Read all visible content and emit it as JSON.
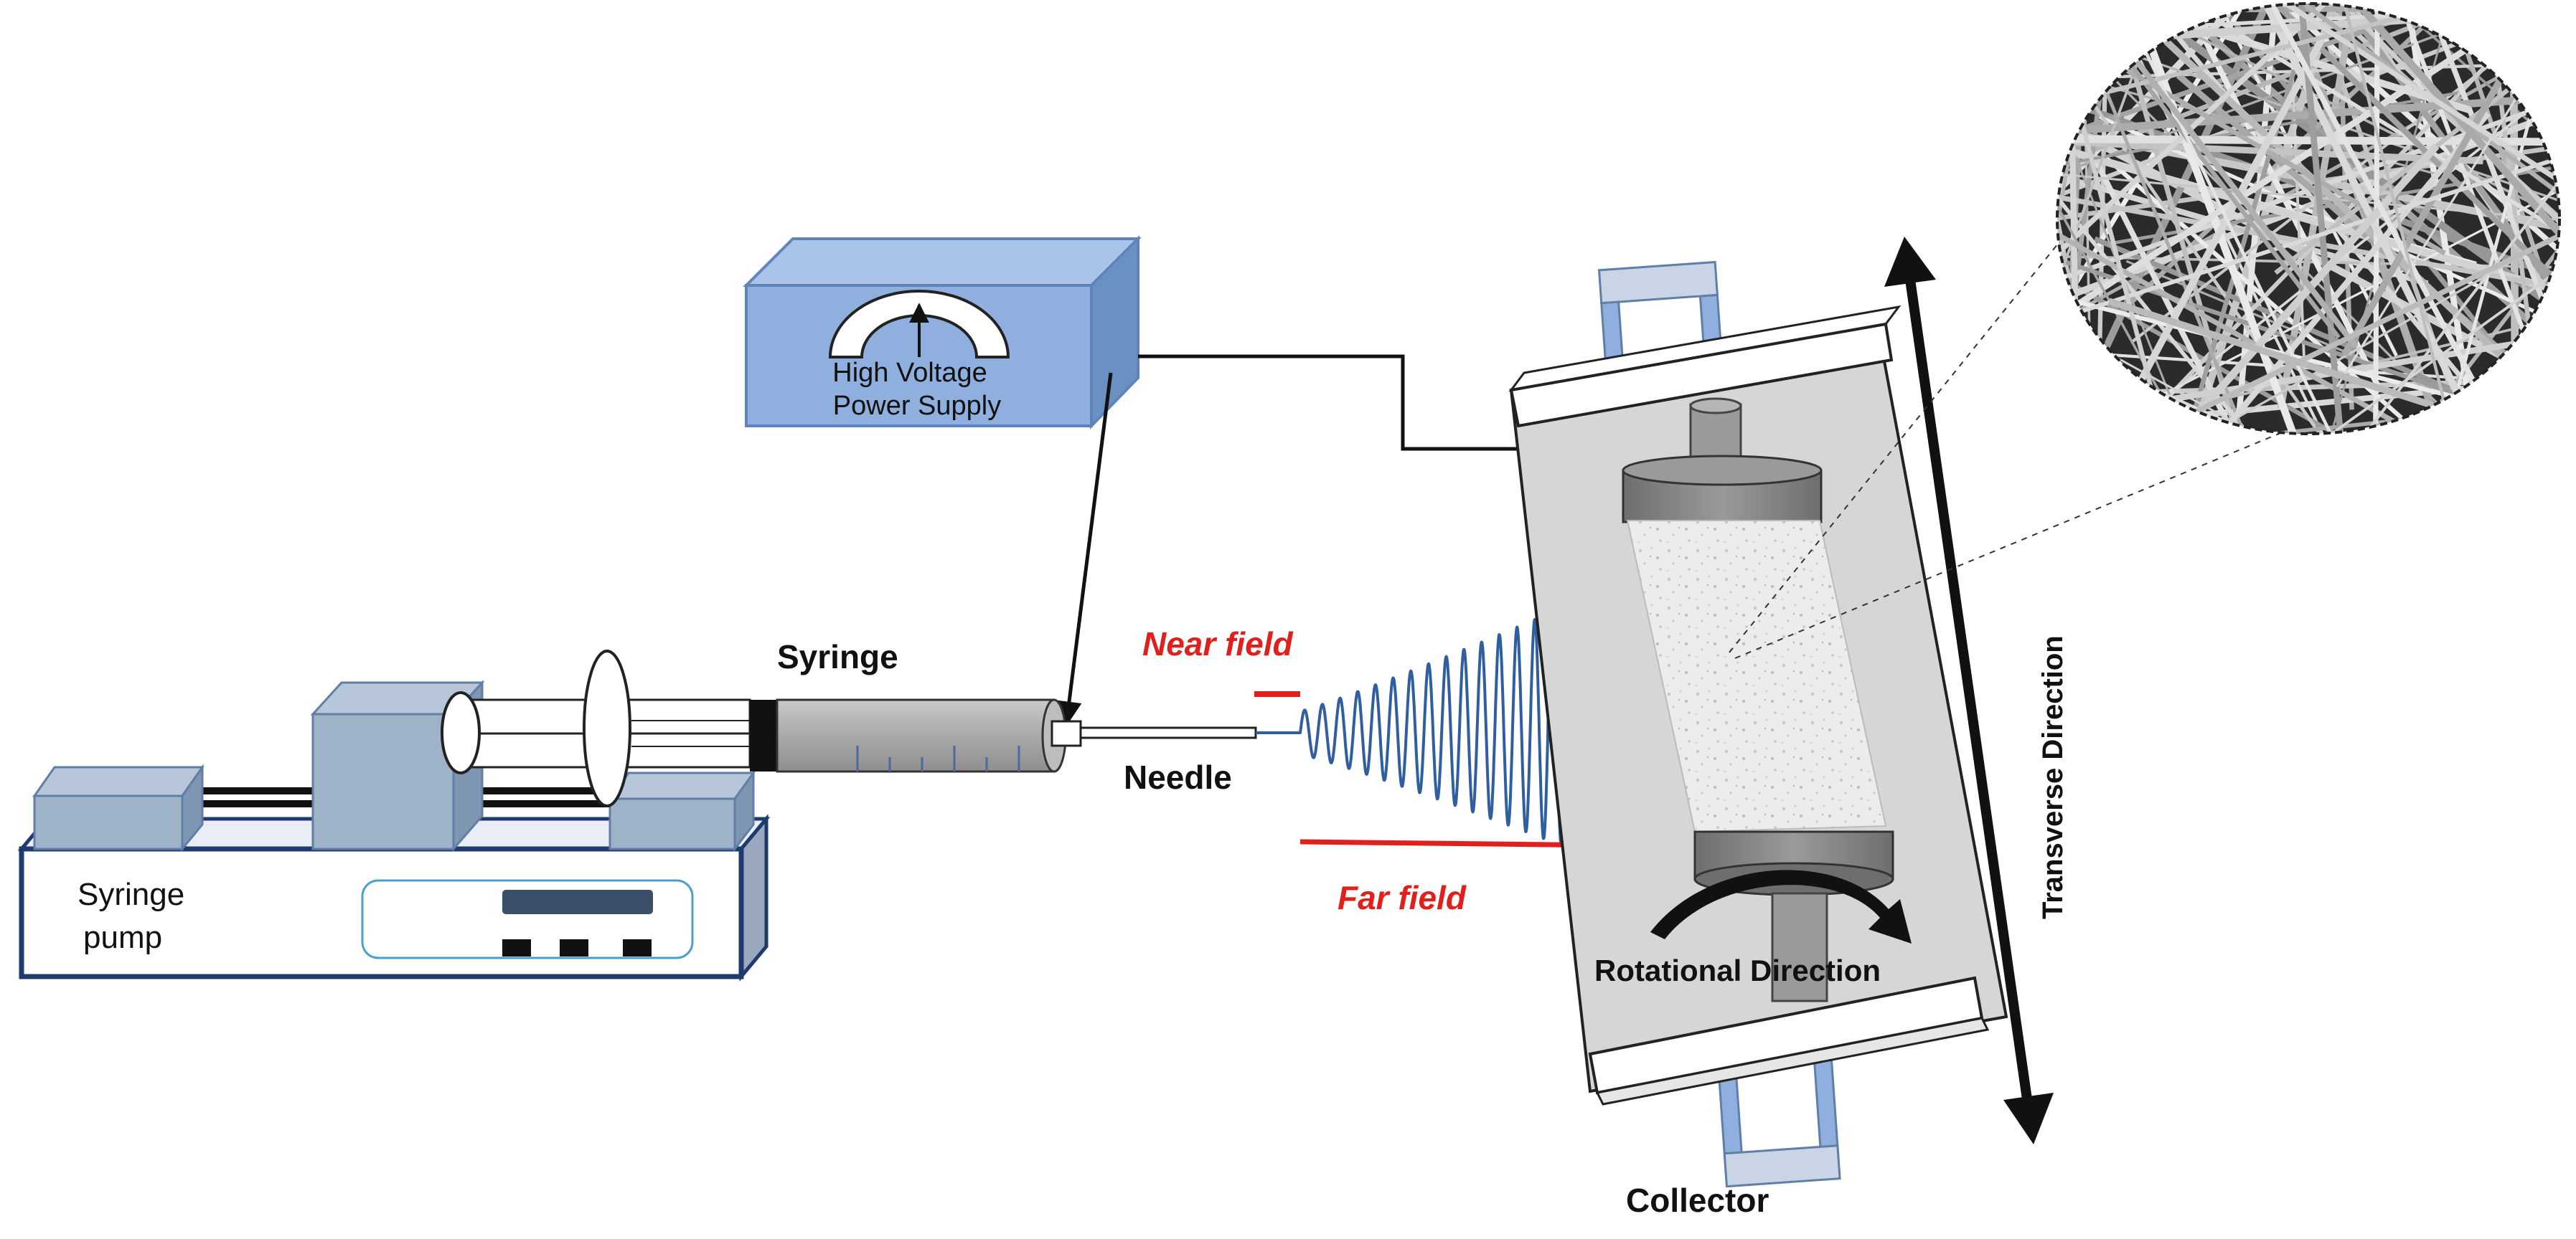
{
  "labels": {
    "power_supply_line1": "High Voltage",
    "power_supply_line2": "Power Supply",
    "syringe": "Syringe",
    "needle": "Needle",
    "near_field": "Near field",
    "far_field": "Far field",
    "syringe_pump_line1": "Syringe",
    "syringe_pump_line2": "pump",
    "rotational_direction": "Rotational Direction",
    "transverse_direction": "Transverse Direction",
    "collector": "Collector"
  },
  "colors": {
    "device_blue": "#8fb0de",
    "device_blue_dark": "#5f85b8",
    "pump_grey_blue": "#9fb3c8",
    "pump_base_border": "#1f3a6e",
    "field_red": "#e0201c",
    "jet_blue": "#2f5fa0",
    "frame_grey": "#d6d6d6",
    "drum_grey": "#7f7f7f",
    "fiber_mat": "#e9e9e9"
  },
  "icons": {
    "voltmeter": "gauge-dial-icon",
    "sem_inset": "nanofiber-micrograph-icon",
    "rotation": "curved-arrow-icon",
    "transverse": "double-arrow-icon"
  }
}
